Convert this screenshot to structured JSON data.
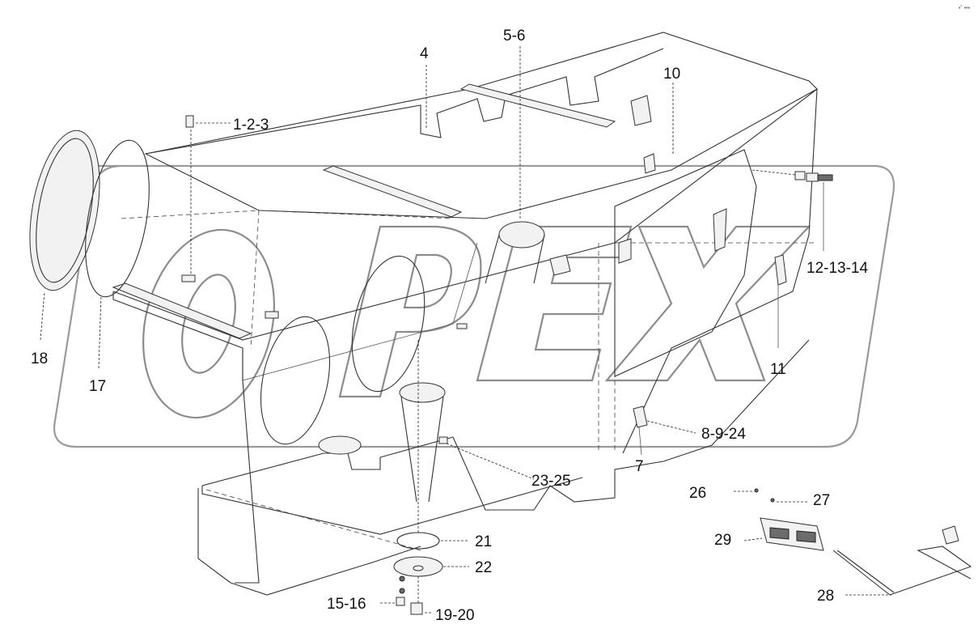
{
  "watermark": {
    "text": "OPEX"
  },
  "corner_mark": "•˚ •••",
  "callouts": {
    "c_1_2_3": "1-2-3",
    "c_4": "4",
    "c_5_6": "5-6",
    "c_7": "7",
    "c_8_9_24": "8-9-24",
    "c_10": "10",
    "c_11": "11",
    "c_12_13_14": "12-13-14",
    "c_15_16": "15-16",
    "c_17": "17",
    "c_18": "18",
    "c_19_20": "19-20",
    "c_21": "21",
    "c_22": "22",
    "c_23_25": "23-25",
    "c_26": "26",
    "c_27": "27",
    "c_28": "28",
    "c_29": "29"
  },
  "colors": {
    "line": "#333333",
    "watermark": "#9a9a9a",
    "background": "#ffffff"
  }
}
